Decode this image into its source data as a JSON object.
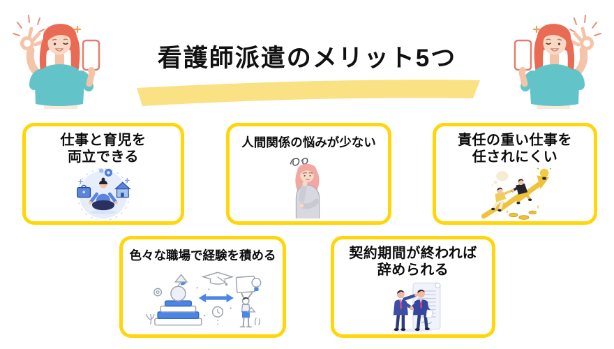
{
  "page": {
    "title": "看護師派遣のメリット5つ"
  },
  "colors": {
    "card_border": "#FFD608",
    "title_highlight": "#FAE183",
    "title_text": "#111111",
    "hero_shirt_teal": "#62C4C9",
    "hero_hair_red": "#E96B53"
  },
  "header": {
    "left_illustration": "woman-ok-sign-with-phone",
    "right_illustration": "woman-ok-sign-with-phone-mirrored"
  },
  "benefits": [
    {
      "label": "仕事と育児を\n両立できる",
      "illustration": "work-childcare-balance-meditation"
    },
    {
      "label": "人間関係の悩みが少ない",
      "illustration": "thinking-woman"
    },
    {
      "label": "責任の重い仕事を\n任されにくい",
      "illustration": "climbing-arrow-teamwork"
    },
    {
      "label": "色々な職場で経験を積める",
      "illustration": "learning-books-experience"
    },
    {
      "label": "契約期間が終われば\n辞められる",
      "illustration": "businessmen-handshake-contract"
    }
  ]
}
